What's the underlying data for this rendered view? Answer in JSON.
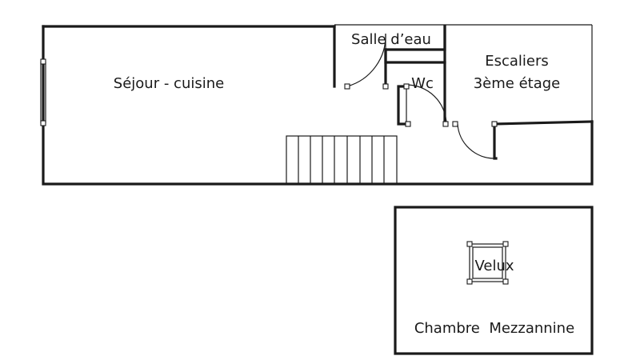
{
  "rooms": {
    "sejour": "Séjour - cuisine",
    "salle_deau": "Salle d’eau",
    "wc": "Wc",
    "escaliers_line1": "Escaliers",
    "escaliers_line2": "3ème étage",
    "velux": "Velux",
    "chambre": "Chambre  Mezzannine"
  },
  "colors": {
    "walls": "#1a1a1a",
    "background": "#ffffff"
  }
}
